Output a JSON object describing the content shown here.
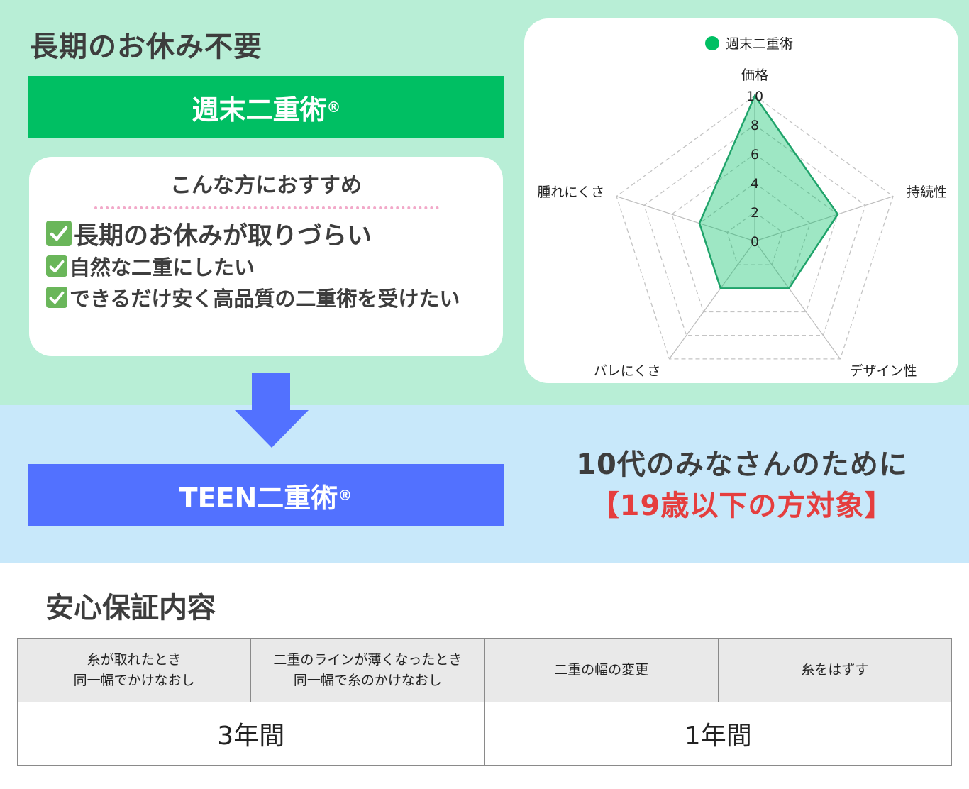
{
  "top_section": {
    "title": "長期のお休み不要",
    "banner": {
      "label": "週末二重術",
      "mark": "®",
      "color": "#00bf63"
    },
    "recommend": {
      "title": "こんな方におすすめ",
      "items": [
        {
          "text": "長期のお休みが取りづらい",
          "icon": "checkmark-icon"
        },
        {
          "text": "自然な二重にしたい",
          "icon": "checkmark-icon"
        },
        {
          "text": "できるだけ安く高品質の二重術を受けたい",
          "icon": "checkmark-icon"
        }
      ]
    }
  },
  "arrow": {
    "icon": "arrow-down-icon",
    "color": "#5271ff"
  },
  "teen_section": {
    "banner": {
      "label": "TEEN二重術",
      "mark": "®",
      "color": "#5271ff"
    },
    "tagline": "10代のみなさんのために",
    "target": "【19歳以下の方対象】",
    "target_color": "#e53e3e"
  },
  "guarantee": {
    "title": "安心保証内容",
    "headers": [
      [
        "糸が取れたとき",
        "同一幅でかけなおし"
      ],
      [
        "二重のラインが薄くなったとき",
        "同一幅で糸のかけなおし"
      ],
      [
        "二重の幅の変更"
      ],
      [
        "糸をはずす"
      ]
    ],
    "periods": [
      {
        "label": "3年間",
        "colspan": 2
      },
      {
        "label": "1年間",
        "colspan": 2
      }
    ]
  },
  "chart_data": {
    "type": "radar",
    "title": "",
    "legend": {
      "position": "top",
      "entries": [
        "週末二重術"
      ]
    },
    "categories": [
      "価格",
      "持続性",
      "デザイン性",
      "バレにくさ",
      "腫れにくさ"
    ],
    "series": [
      {
        "name": "週末二重術",
        "values": [
          10,
          6,
          4,
          4,
          4
        ],
        "color": "#00bf63",
        "fill": "rgba(0,191,99,0.38)",
        "stroke": "#1fa36a"
      }
    ],
    "rlim": [
      0,
      10
    ],
    "ticks": [
      0,
      2,
      4,
      6,
      8,
      10
    ],
    "grid": true
  }
}
